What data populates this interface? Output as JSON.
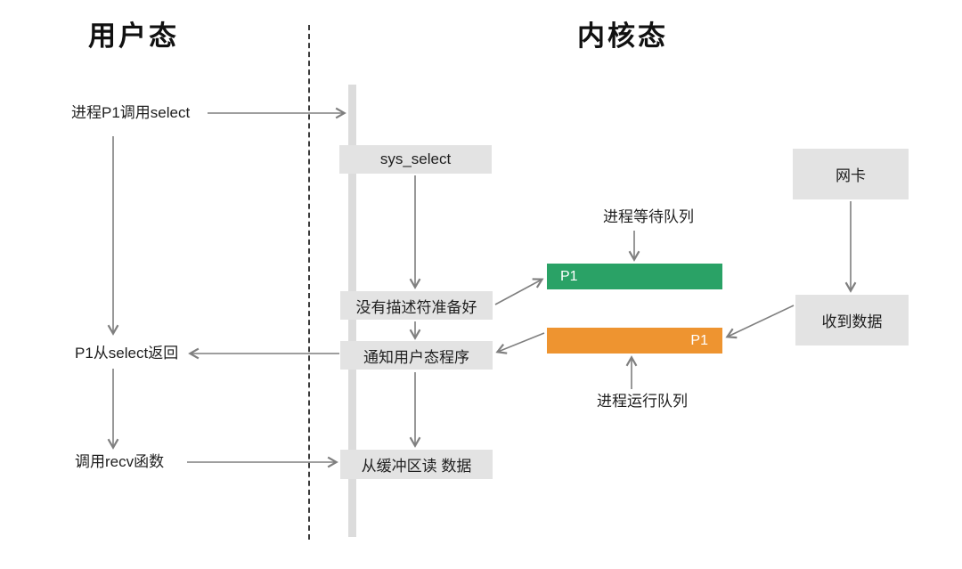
{
  "header": {
    "user_mode_title": "用户态",
    "kernel_mode_title": "内核态"
  },
  "user_side": {
    "call_select": "进程P1调用select",
    "return_from_select": "P1从select返回",
    "call_recv": "调用recv函数"
  },
  "kernel_side": {
    "sys_select": "sys_select",
    "no_descriptor_ready": "没有描述符准备好",
    "notify_user_program": "通知用户态程序",
    "read_from_buffer": "从缓冲区读 数据",
    "nic": "网卡",
    "data_received": "收到数据"
  },
  "queues": {
    "wait_queue_label": "进程等待队列",
    "wait_queue_process": "P1",
    "run_queue_label": "进程运行队列",
    "run_queue_process": "P1"
  },
  "colors": {
    "wait_queue_green": "#2aa266",
    "run_queue_orange": "#ee9430",
    "box_gray": "#e3e3e3",
    "timeline_gray": "#dcdcdc",
    "arrow_gray": "#7f7f7f",
    "divider_dark": "#3a3a3a",
    "text_dark": "#1f1f1f",
    "background": "#ffffff"
  }
}
